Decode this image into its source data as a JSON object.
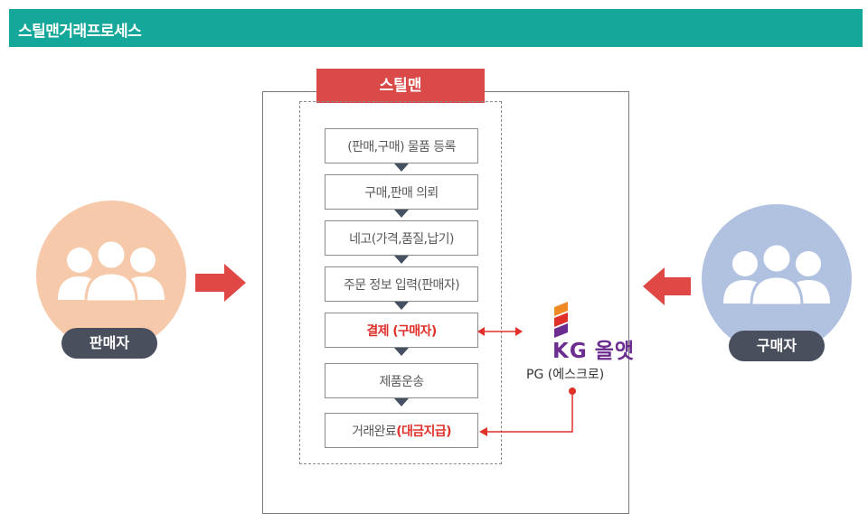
{
  "header": {
    "title": "스틸맨거래프로세스"
  },
  "platform": {
    "name": "스틸맨"
  },
  "steps": [
    {
      "text": "(판매,구매) 물품 등록"
    },
    {
      "text": "구매,판매 의뢰"
    },
    {
      "text": "네고(가격,품질,납기)"
    },
    {
      "text": "주문 정보 입력(판매자)"
    },
    {
      "text": "결제 (구매자)"
    },
    {
      "text": "제품운송"
    },
    {
      "text_prefix": "거래완료",
      "text_highlight": "(대금지급)"
    }
  ],
  "seller": {
    "label": "판매자",
    "color": "#f6c9aa"
  },
  "buyer": {
    "label": "구매자",
    "color": "#b1c2e1"
  },
  "pg": {
    "logo_kg": "KG",
    "logo_name": "올앳",
    "label": "PG (에스크로)"
  },
  "colors": {
    "header": "#16a79b",
    "accent_red": "#d94a48",
    "pill": "#4a4f5e",
    "kg_purple": "#6b2d8f",
    "kg_orange": "#f08a24"
  }
}
